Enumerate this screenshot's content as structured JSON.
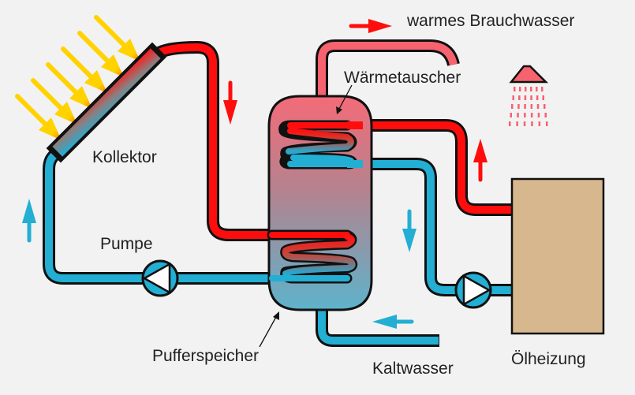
{
  "title": "Solarthermie mit Ölheizung",
  "labels": {
    "collector": "Kollektor",
    "pump": "Pumpe",
    "heat_exchanger": "Wärmetauscher",
    "hot_water": "warmes Brauchwasser",
    "buffer_tank": "Pufferspeicher",
    "cold_water": "Kaltwasser",
    "oil_heating": "Ölheizung"
  },
  "colors": {
    "background": "#f2f2f2",
    "hot_pipe": "#ff0d0d",
    "warm_pipe": "#f7626f",
    "cold_pipe": "#23aed3",
    "sun_ray": "#ffd200",
    "sun_ray_tip": "#ff8a00",
    "oil_heater": "#d7b78e",
    "outline": "#111111"
  }
}
